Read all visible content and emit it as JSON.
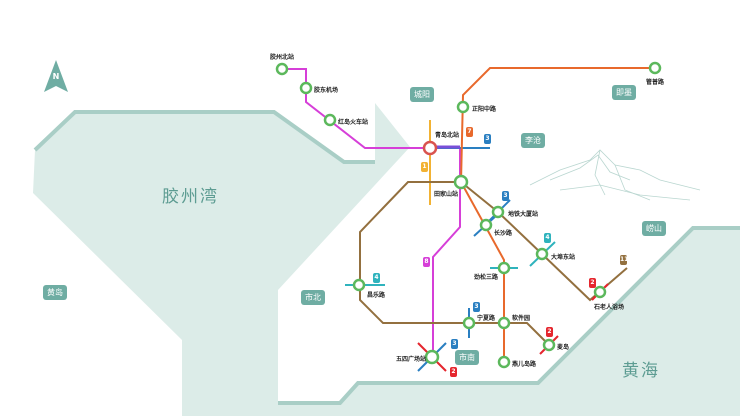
{
  "regions": {
    "chengyang": "城阳",
    "licang": "李沧",
    "jimo": "即墨",
    "laoshan": "崂山",
    "shibei": "市北",
    "shinan": "市南",
    "huangdao": "黄岛"
  },
  "water": {
    "bay": "胶州湾",
    "sea": "黄海"
  },
  "compass": "N",
  "stations": {
    "jiaozhou_north": "胶州北站",
    "jiaodong_airport": "胶东机场",
    "hongdao_rail": "红岛火车站",
    "qingdao_north": "青岛北站",
    "zhengyang_middle": "正阳中路",
    "tianjiashan": "田家山站",
    "metro_building": "地铁大厦站",
    "changsha_road": "长沙路",
    "dabu_east": "大埠东站",
    "jinsong_3rd": "劲松三路",
    "changle_road": "昌乐路",
    "ningxia_road": "宁夏路",
    "software_park": "软件园",
    "maidao": "麦岛",
    "yaner_island": "燕儿岛路",
    "may4th_square": "五四广场站",
    "shilaoren": "石老人浴场",
    "top_right": "管普路"
  },
  "lines": {
    "l1": {
      "num": "1",
      "color": "#f2b233"
    },
    "l2": {
      "num": "2",
      "color": "#e5262e"
    },
    "l3": {
      "num": "3",
      "color": "#2a7fc1"
    },
    "l4": {
      "num": "4",
      "color": "#2fb3bd"
    },
    "l7": {
      "num": "7",
      "color": "#e8692c"
    },
    "l8": {
      "num": "8",
      "color": "#d63fd8"
    },
    "l11": {
      "num": "11",
      "color": "#93703f"
    }
  },
  "colors": {
    "sea": "#dcece8",
    "shore": "#a9cec6",
    "station": "#5cb85c",
    "hub": "#d9534f"
  }
}
